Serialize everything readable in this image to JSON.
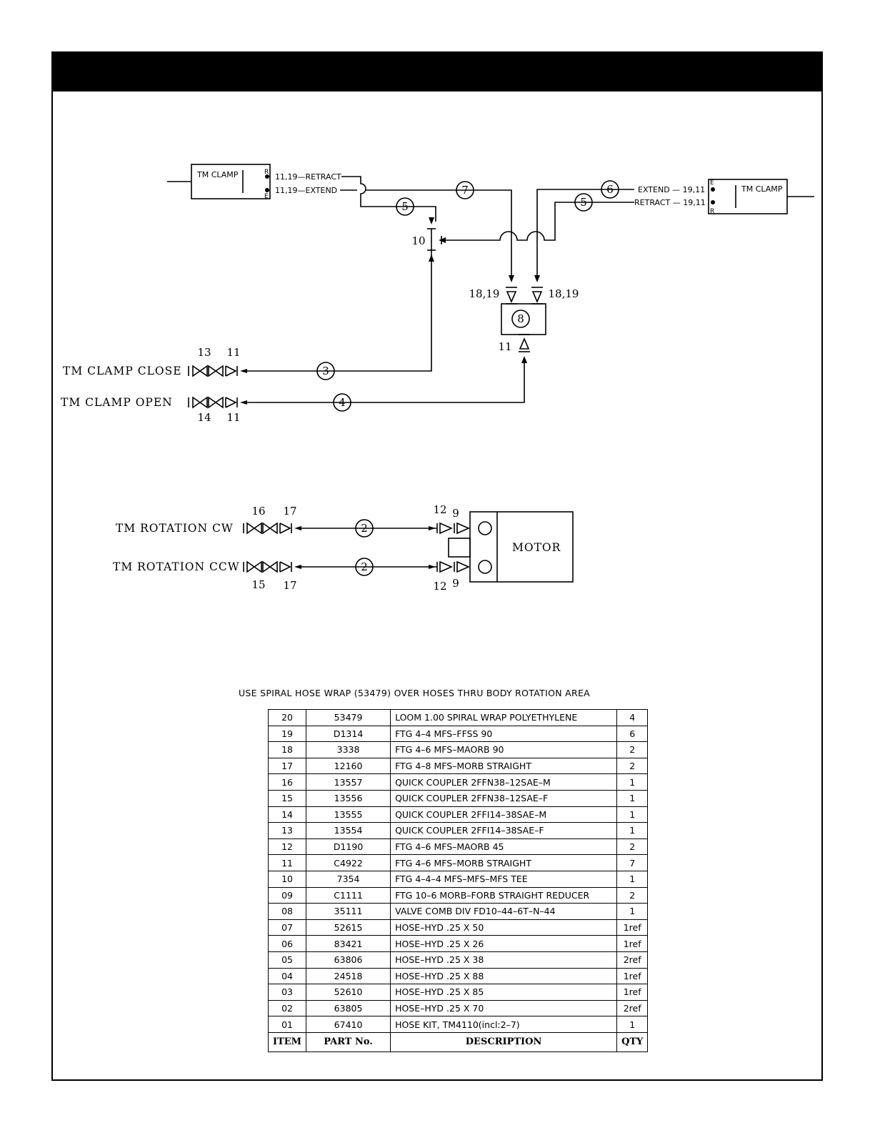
{
  "page": {
    "title": ""
  },
  "clamp_circuit": {
    "left_clamp": {
      "label": "TM CLAMP",
      "port_r": "R",
      "port_e": "E",
      "retract": "11,19—RETRACT",
      "extend": "11,19—EXTEND"
    },
    "right_clamp": {
      "label": "TM CLAMP",
      "port_e": "E",
      "port_r": "R",
      "extend": "EXTEND — 19,11",
      "retract": "RETRACT — 19,11"
    },
    "hose_balloons": [
      "7",
      "5",
      "6",
      "5",
      "3",
      "4"
    ],
    "tee_label": "10",
    "valve": {
      "balloon": "8",
      "left_port": "18,19",
      "right_port": "18,19",
      "bottom_port": "11"
    },
    "close_line": {
      "label": "TM CLAMP CLOSE",
      "coupler": "13",
      "fitting": "11"
    },
    "open_line": {
      "label": "TM CLAMP OPEN",
      "coupler": "14",
      "fitting": "11"
    }
  },
  "rotation_circuit": {
    "cw": {
      "label": "TM ROTATION CW",
      "coupler": "16",
      "fitting": "17",
      "hose": "2",
      "left_fitting": "12",
      "right_fitting": "9"
    },
    "ccw": {
      "label": "TM ROTATION CCW",
      "coupler": "15",
      "fitting": "17",
      "hose": "2",
      "left_fitting": "12",
      "right_fitting": "9"
    },
    "motor_label": "MOTOR"
  },
  "parts_note": "USE SPIRAL HOSE WRAP (53479) OVER HOSES THRU BODY ROTATION AREA",
  "parts_table": {
    "headers": {
      "item": "ITEM",
      "part": "PART No.",
      "description": "DESCRIPTION",
      "qty": "QTY"
    },
    "rows": [
      {
        "item": "20",
        "part": "53479",
        "description": "LOOM 1.00 SPIRAL WRAP POLYETHYLENE",
        "qty": "4"
      },
      {
        "item": "19",
        "part": "D1314",
        "description": "FTG 4–4 MFS–FFSS 90",
        "qty": "6"
      },
      {
        "item": "18",
        "part": "3338",
        "description": "FTG 4–6 MFS–MAORB 90",
        "qty": "2"
      },
      {
        "item": "17",
        "part": "12160",
        "description": "FTG 4–8 MFS–MORB STRAIGHT",
        "qty": "2"
      },
      {
        "item": "16",
        "part": "13557",
        "description": "QUICK COUPLER 2FFN38–12SAE–M",
        "qty": "1"
      },
      {
        "item": "15",
        "part": "13556",
        "description": "QUICK COUPLER 2FFN38–12SAE–F",
        "qty": "1"
      },
      {
        "item": "14",
        "part": "13555",
        "description": "QUICK COUPLER 2FFI14–38SAE–M",
        "qty": "1"
      },
      {
        "item": "13",
        "part": "13554",
        "description": "QUICK COUPLER 2FFI14–38SAE–F",
        "qty": "1"
      },
      {
        "item": "12",
        "part": "D1190",
        "description": "FTG 4–6 MFS–MAORB 45",
        "qty": "2"
      },
      {
        "item": "11",
        "part": "C4922",
        "description": "FTG 4–6 MFS–MORB STRAIGHT",
        "qty": "7"
      },
      {
        "item": "10",
        "part": "7354",
        "description": "FTG 4–4–4 MFS–MFS–MFS TEE",
        "qty": "1"
      },
      {
        "item": "09",
        "part": "C1111",
        "description": "FTG 10–6 MORB–FORB STRAIGHT REDUCER",
        "qty": "2"
      },
      {
        "item": "08",
        "part": "35111",
        "description": "VALVE COMB DIV FD10–44–6T–N–44",
        "qty": "1"
      },
      {
        "item": "07",
        "part": "52615",
        "description": "HOSE–HYD .25 X 50",
        "qty": "1ref"
      },
      {
        "item": "06",
        "part": "83421",
        "description": "HOSE–HYD .25 X 26",
        "qty": "1ref"
      },
      {
        "item": "05",
        "part": "63806",
        "description": "HOSE–HYD .25 X 38",
        "qty": "2ref"
      },
      {
        "item": "04",
        "part": "24518",
        "description": "HOSE–HYD .25 X 88",
        "qty": "1ref"
      },
      {
        "item": "03",
        "part": "52610",
        "description": "HOSE–HYD .25 X 85",
        "qty": "1ref"
      },
      {
        "item": "02",
        "part": "63805",
        "description": "HOSE–HYD .25 X 70",
        "qty": "2ref"
      },
      {
        "item": "01",
        "part": "67410",
        "description": "HOSE KIT, TM4110(incl:2–7)",
        "qty": "1"
      }
    ]
  }
}
